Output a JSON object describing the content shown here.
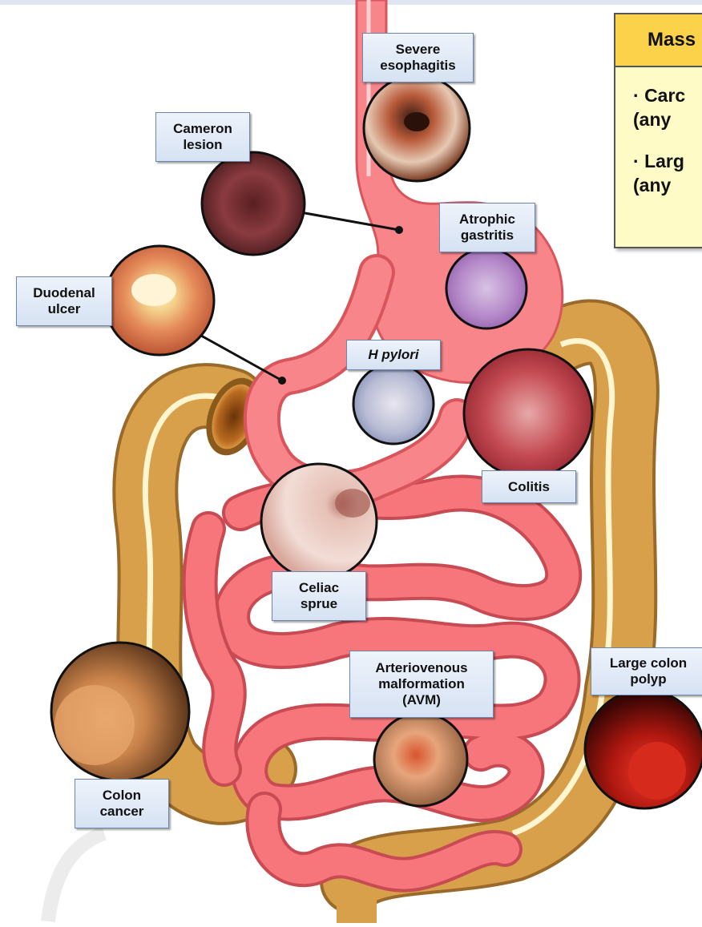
{
  "legend": {
    "title": "Mass",
    "items": [
      "Carc\n(any",
      "Larg\n(any"
    ]
  },
  "labels": {
    "severe_esophagitis": "Severe\nesophagitis",
    "cameron_lesion": "Cameron\nlesion",
    "atrophic_gastritis": "Atrophic\ngastritis",
    "duodenal_ulcer": "Duodenal\nulcer",
    "h_pylori": "H pylori",
    "colitis": "Colitis",
    "celiac_sprue": "Celiac\nsprue",
    "avm": "Arteriovenous\nmalformation\n(AVM)",
    "large_colon_polyp": "Large colon\npolyp",
    "colon_cancer": "Colon\ncancer"
  },
  "colors": {
    "stomach": "#f7858a",
    "intestine": "#f6767c",
    "colon": "#d9a04c",
    "label_border": "#6d86ad",
    "legend_header": "#fbd24a",
    "legend_body": "#fffbc7"
  }
}
